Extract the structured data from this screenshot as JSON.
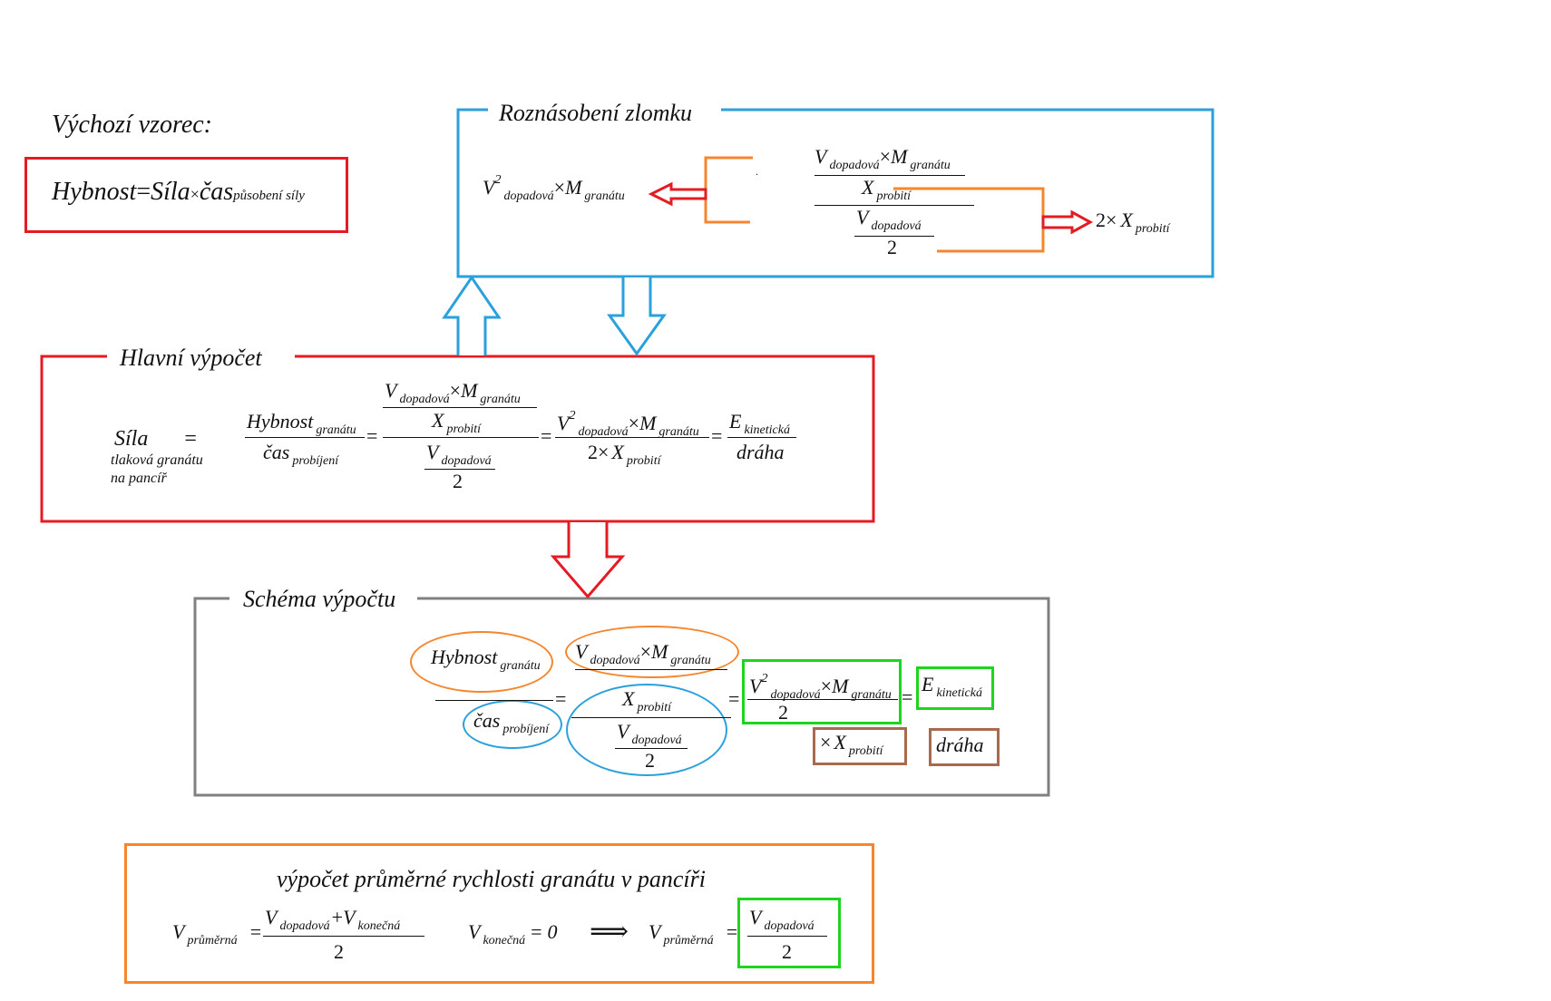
{
  "colors": {
    "red": "#e41b23",
    "blue": "#2aa1dd",
    "orange": "#f5862d",
    "gray": "#808080",
    "green": "#1ed41e",
    "brown": "#a86a4c"
  },
  "start": {
    "title": "Výchozí vzorec:",
    "hybnost": "Hybnost",
    "eq": "=",
    "sila": "Síla",
    "times": "×",
    "cas": "čas",
    "cas_sub": "působení síly"
  },
  "roz": {
    "title": "Roznásobení zlomku",
    "v": "V",
    "sq": "2",
    "dop": "dopadová",
    "times": "×",
    "m": "M",
    "gran": "granátu",
    "x": "X",
    "prob": "probití",
    "two": "2",
    "dot": "."
  },
  "main": {
    "title": "Hlavní výpočet",
    "sila": "Síla",
    "eq": "=",
    "sila_sub1": "tlaková granátu",
    "sila_sub2": "na pancíř",
    "hybnost": "Hybnost",
    "gran": "granátu",
    "cas": "čas",
    "probijeni": "probíjení",
    "v": "V",
    "dop": "dopadová",
    "times": "×",
    "m": "M",
    "x": "X",
    "prob": "probití",
    "two": "2",
    "sq": "2",
    "e": "E",
    "kin": "kinetická",
    "draha": "dráha"
  },
  "schema": {
    "title": "Schéma výpočtu",
    "hybnost": "Hybnost",
    "gran": "granátu",
    "cas": "čas",
    "probijeni": "probíjení",
    "v": "V",
    "dop": "dopadová",
    "times": "×",
    "m": "M",
    "x": "X",
    "prob": "probití",
    "two": "2",
    "sq": "2",
    "eq": "=",
    "e": "E",
    "kin": "kinetická",
    "draha": "dráha"
  },
  "avg": {
    "title": "výpočet průměrné rychlosti granátu v pancíři",
    "v": "V",
    "prumerna": "průměrná",
    "eq": "=",
    "dop": "dopadová",
    "plus": "+",
    "konecna": "konečná",
    "two": "2",
    "zero": "0",
    "implies": "⟹"
  }
}
